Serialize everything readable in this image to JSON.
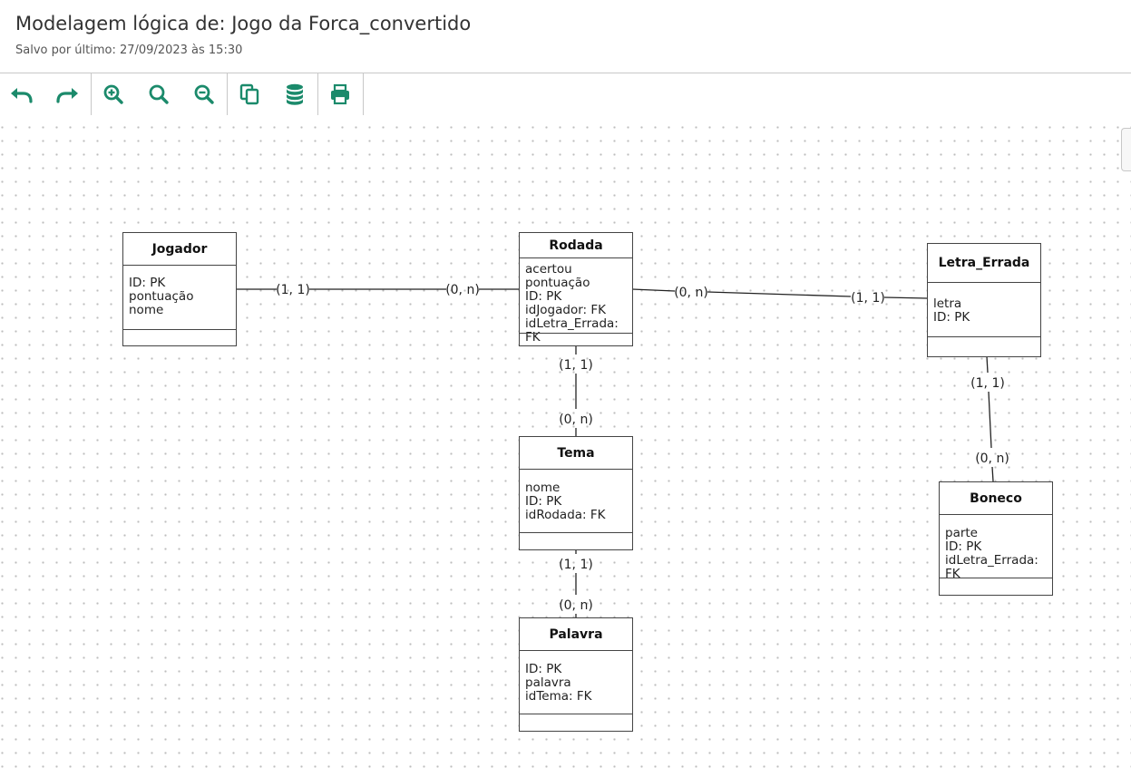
{
  "header": {
    "title": "Modelagem lógica de: Jogo da Forca_convertido",
    "subtitle": "Salvo por último: 27/09/2023 às 15:30"
  },
  "toolbar": {
    "accent_color": "#1b8a6b",
    "buttons": [
      {
        "name": "undo",
        "icon": "undo-icon"
      },
      {
        "name": "redo",
        "icon": "redo-icon"
      },
      {
        "name": "zoom-in",
        "icon": "zoom-in-icon"
      },
      {
        "name": "zoom-reset",
        "icon": "zoom-icon"
      },
      {
        "name": "zoom-out",
        "icon": "zoom-out-icon"
      },
      {
        "name": "copy",
        "icon": "copy-icon"
      },
      {
        "name": "database",
        "icon": "database-icon"
      },
      {
        "name": "print",
        "icon": "print-icon"
      }
    ]
  },
  "entities": {
    "jogador": {
      "name": "Jogador",
      "attrs": "ID: PK\npontuação\nnome"
    },
    "rodada": {
      "name": "Rodada",
      "attrs": "acertou\npontuação\nID: PK\nidJogador: FK\nidLetra_Errada: FK"
    },
    "letra_errada": {
      "name": "Letra_Errada",
      "attrs": "letra\nID: PK"
    },
    "tema": {
      "name": "Tema",
      "attrs": "nome\nID: PK\nidRodada: FK"
    },
    "boneco": {
      "name": "Boneco",
      "attrs": "parte\nID: PK\nidLetra_Errada: FK"
    },
    "palavra": {
      "name": "Palavra",
      "attrs": "ID: PK\npalavra\nidTema: FK"
    }
  },
  "relationships": {
    "jogador_rodada": {
      "from": "(1, 1)",
      "to": "(0, n)"
    },
    "rodada_letra": {
      "from": "(0, n)",
      "to": "(1, 1)"
    },
    "rodada_tema": {
      "from": "(1, 1)",
      "to": "(0, n)"
    },
    "tema_palavra": {
      "from": "(1, 1)",
      "to": "(0, n)"
    },
    "letra_boneco": {
      "from": "(1, 1)",
      "to": "(0, n)"
    }
  }
}
